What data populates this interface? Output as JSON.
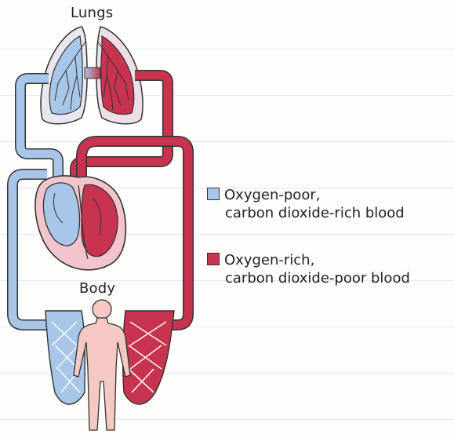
{
  "labels": {
    "lungs": "Lungs",
    "body": "Body"
  },
  "legend": [
    {
      "line1": "Oxygen-poor,",
      "line2": "carbon dioxide-rich blood",
      "color": "#a7c6e8"
    },
    {
      "line1": "Oxygen-rich,",
      "line2": "carbon dioxide-poor blood",
      "color": "#c8344f"
    }
  ],
  "colors": {
    "oxygen_poor": "#a7c6e8",
    "oxygen_rich": "#c8344f",
    "outline": "#333333",
    "body_skin": "#f4c9c4"
  }
}
